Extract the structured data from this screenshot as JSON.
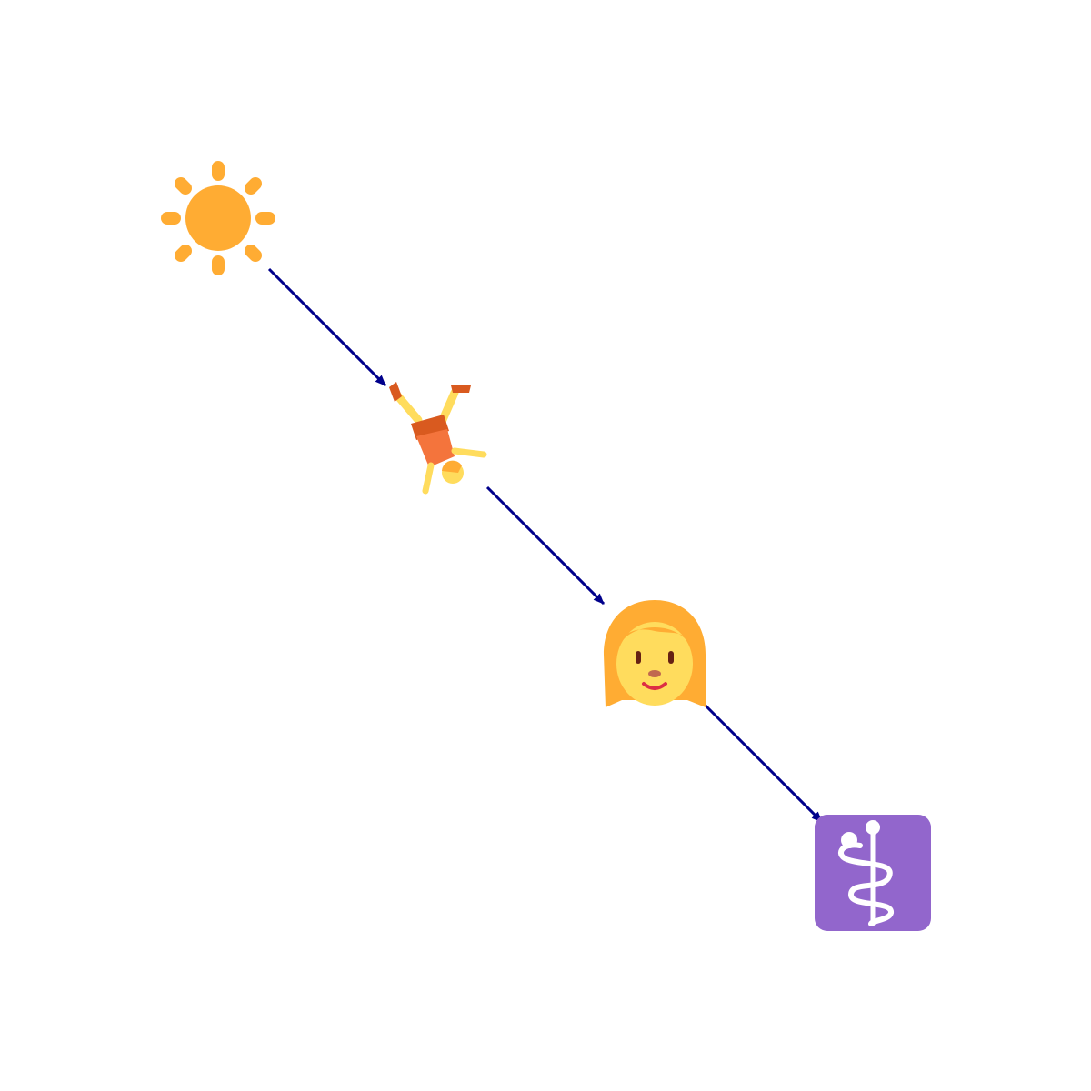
{
  "diagram": {
    "nodes": [
      {
        "id": "sun",
        "icon": "sun-icon"
      },
      {
        "id": "cartwheel",
        "icon": "person-cartwheeling-icon"
      },
      {
        "id": "woman",
        "icon": "woman-face-icon"
      },
      {
        "id": "medical",
        "icon": "medical-symbol-icon"
      }
    ],
    "edges": [
      {
        "from": "sun",
        "to": "cartwheel"
      },
      {
        "from": "cartwheel",
        "to": "woman"
      },
      {
        "from": "woman",
        "to": "medical"
      }
    ],
    "colors": {
      "arrow": "#00008B",
      "sun": "#FFAC33",
      "hair": "#FFAC33",
      "skin": "#FFDC5D",
      "shirt": "#F4743C",
      "shorts": "#D95A1F",
      "mouth": "#DD2E44",
      "eyes": "#662113",
      "nose": "#C1694F",
      "medical_bg": "#9266CC",
      "medical_fg": "#FFFFFF"
    }
  }
}
